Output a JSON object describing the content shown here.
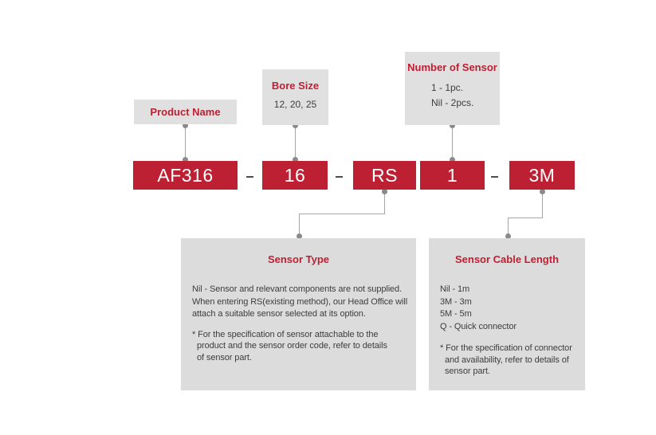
{
  "palette": {
    "red": "#be2033",
    "callout_gray": "#e0e0e0",
    "panel_gray": "#dcdcdc",
    "line_gray": "#a6a6a6",
    "dot_gray": "#8a8a8a",
    "body_text": "#3d3d3d",
    "separator_gray": "#4d4d50",
    "code_text": "#ffffff"
  },
  "code": {
    "separator": "-",
    "segments": [
      "AF316",
      "16",
      "RS",
      "1",
      "3M"
    ]
  },
  "callouts": {
    "product_name": {
      "title": "Product Name"
    },
    "bore_size": {
      "title": "Bore Size",
      "values": "12, 20, 25"
    },
    "number_of_sensor": {
      "title": "Number of Sensor",
      "options": [
        "1 - 1pc.",
        "Nil - 2pcs."
      ]
    }
  },
  "panels": {
    "sensor_type": {
      "title": "Sensor Type",
      "description_lines": [
        "Nil - Sensor and relevant components are not supplied.",
        "When entering RS(existing method), our Head Office will",
        "attach a suitable sensor selected at its option."
      ],
      "note_lines": [
        "* For the specification of sensor attachable to the",
        "product and the sensor order code, refer to details",
        "of sensor part."
      ]
    },
    "sensor_cable_length": {
      "title": "Sensor Cable Length",
      "options": [
        "Nil - 1m",
        "3M - 3m",
        "5M - 5m",
        "Q - Quick connector"
      ],
      "note_lines": [
        "* For the specification of connector",
        "and availability, refer to details of",
        "sensor part."
      ]
    }
  }
}
